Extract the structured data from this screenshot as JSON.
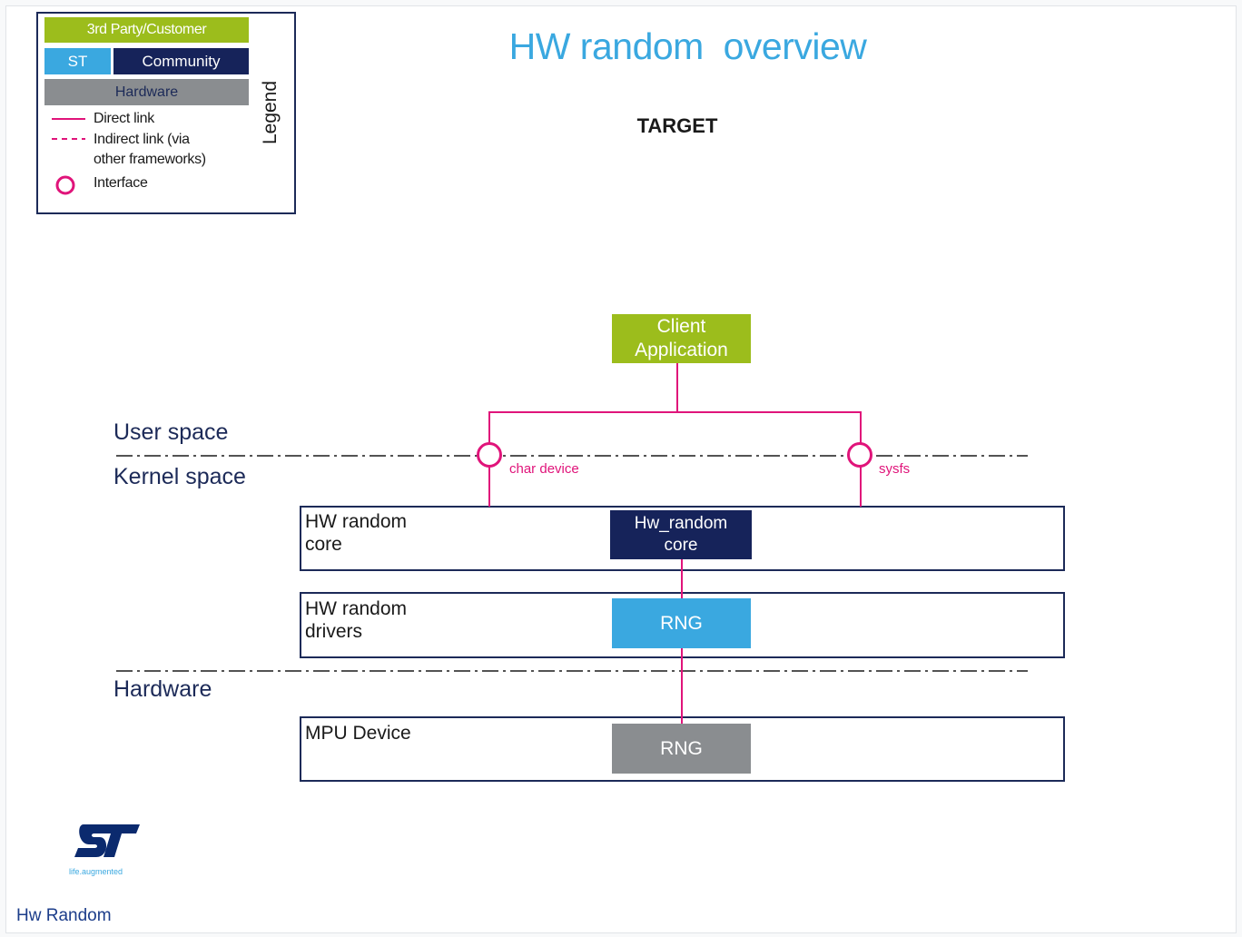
{
  "title": "HW random  overview",
  "subtitle": "TARGET",
  "caption": "Hw Random",
  "colors": {
    "third_party": "#9cbd1c",
    "st": "#3aa8e0",
    "community": "#16235a",
    "hardware": "#8a8d90",
    "link": "#e0147a",
    "title": "#3aa8e0"
  },
  "legend": {
    "heading": "Legend",
    "third_party": "3rd Party/Customer",
    "st": "ST",
    "community": "Community",
    "hardware": "Hardware",
    "direct_link": "Direct link",
    "indirect_link_line1": "Indirect link (via",
    "indirect_link_line2": "other frameworks)",
    "interface": "Interface"
  },
  "spaces": {
    "user": "User space",
    "kernel": "Kernel space",
    "hardware": "Hardware"
  },
  "interfaces": {
    "left": "char device",
    "right": "sysfs"
  },
  "blocks": {
    "client_line1": "Client",
    "client_line2": "Application",
    "core_line1": "Hw_random",
    "core_line2": "core",
    "rng_driver": "RNG",
    "rng_hw": "RNG"
  },
  "layers": {
    "core_line1": "HW random",
    "core_line2": "core",
    "drivers_line1": "HW random",
    "drivers_line2": "drivers",
    "device": "MPU Device"
  },
  "logo": {
    "tagline": "life.augmented"
  }
}
